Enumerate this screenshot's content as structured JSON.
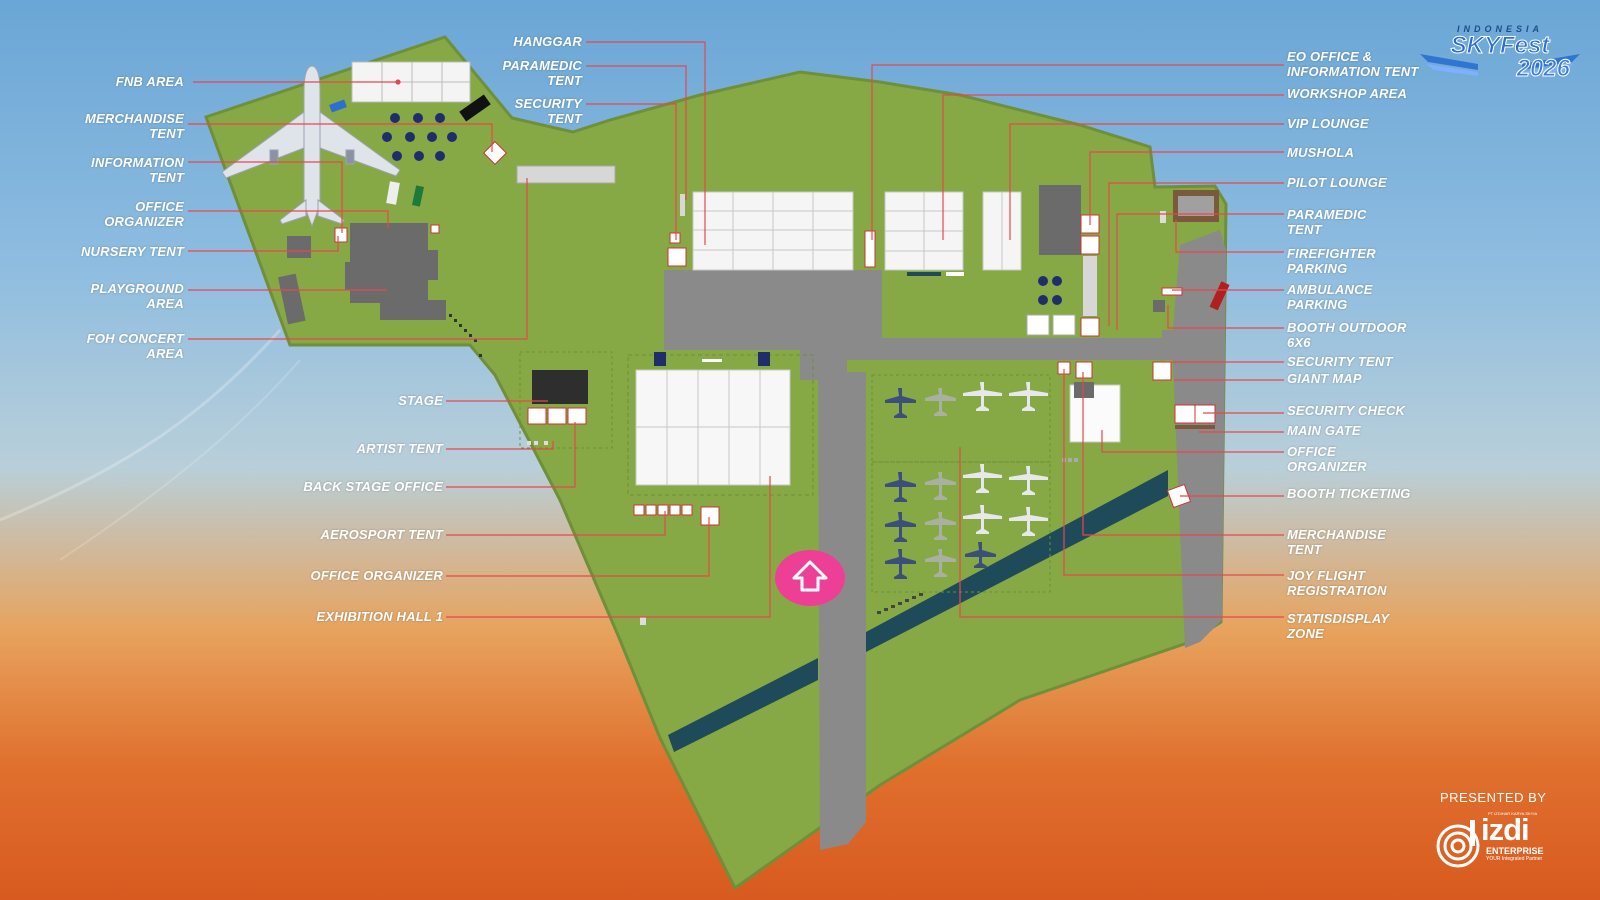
{
  "event": {
    "brand_top": "INDONESIA",
    "brand_main": "SKYFest",
    "brand_year": "2026"
  },
  "sponsor": {
    "presented_by": "PRESENTED BY",
    "company_tag": "PT IZDIHAR KARYA SKYIA",
    "name": "izdi",
    "division": "ENTERPRISE",
    "tagline": "YOUR Integrated Partner"
  },
  "labels_left": [
    {
      "id": "fnb-area",
      "text": "FNB AREA"
    },
    {
      "id": "merchandise-tent-left",
      "text": "MERCHANDISE\nTENT"
    },
    {
      "id": "information-tent",
      "text": "INFORMATION\nTENT"
    },
    {
      "id": "office-organizer-left",
      "text": "OFFICE\nORGANIZER"
    },
    {
      "id": "nursery-tent",
      "text": "NURSERY TENT"
    },
    {
      "id": "playground-area",
      "text": "PLAYGROUND\nAREA"
    },
    {
      "id": "foh-concert-area",
      "text": "FOH CONCERT\nAREA"
    }
  ],
  "labels_top": [
    {
      "id": "hanggar",
      "text": "HANGGAR"
    },
    {
      "id": "paramedic-tent-top",
      "text": "PARAMEDIC\nTENT"
    },
    {
      "id": "security-tent-top",
      "text": "SECURITY\nTENT"
    }
  ],
  "labels_mid": [
    {
      "id": "stage",
      "text": "STAGE"
    },
    {
      "id": "artist-tent",
      "text": "ARTIST TENT"
    },
    {
      "id": "back-stage-office",
      "text": "BACK STAGE OFFICE"
    },
    {
      "id": "aerosport-tent",
      "text": "AEROSPORT TENT"
    },
    {
      "id": "office-organizer-mid",
      "text": "OFFICE ORGANIZER"
    },
    {
      "id": "exhibition-hall-1",
      "text": "EXHIBITION HALL 1"
    }
  ],
  "labels_right": [
    {
      "id": "eo-office",
      "text": "EO OFFICE &\nINFORMATION TENT"
    },
    {
      "id": "workshop-area",
      "text": "WORKSHOP AREA"
    },
    {
      "id": "vip-lounge",
      "text": "VIP LOUNGE"
    },
    {
      "id": "mushola",
      "text": "MUSHOLA"
    },
    {
      "id": "pilot-lounge",
      "text": "PILOT LOUNGE"
    },
    {
      "id": "paramedic-tent-right",
      "text": "PARAMEDIC\nTENT"
    },
    {
      "id": "firefighter-parking",
      "text": "FIREFIGHTER\nPARKING"
    },
    {
      "id": "ambulance-parking",
      "text": "AMBULANCE\nPARKING"
    },
    {
      "id": "booth-outdoor",
      "text": "BOOTH OUTDOOR\n6X6"
    },
    {
      "id": "security-tent-right",
      "text": "SECURITY TENT"
    },
    {
      "id": "giant-map",
      "text": "GIANT MAP"
    },
    {
      "id": "security-check",
      "text": "SECURITY CHECK"
    },
    {
      "id": "main-gate",
      "text": "MAIN GATE"
    },
    {
      "id": "office-organizer-right",
      "text": "OFFICE\nORGANIZER"
    },
    {
      "id": "booth-ticketing",
      "text": "BOOTH TICKETING"
    },
    {
      "id": "merchandise-tent-right",
      "text": "MERCHANDISE\nTENT"
    },
    {
      "id": "joy-flight",
      "text": "JOY FLIGHT\nREGISTRATION"
    },
    {
      "id": "static-display",
      "text": "STATISDISPLAY\nZONE"
    }
  ],
  "colors": {
    "grass": "#86a845",
    "grass_edge": "#6f8f3a",
    "road": "#8a8a8a",
    "runway": "#1f4a5a",
    "leader": "#e8474c",
    "marker": "#ee3f97"
  },
  "marker_icon": "upward-arrow-location-icon"
}
